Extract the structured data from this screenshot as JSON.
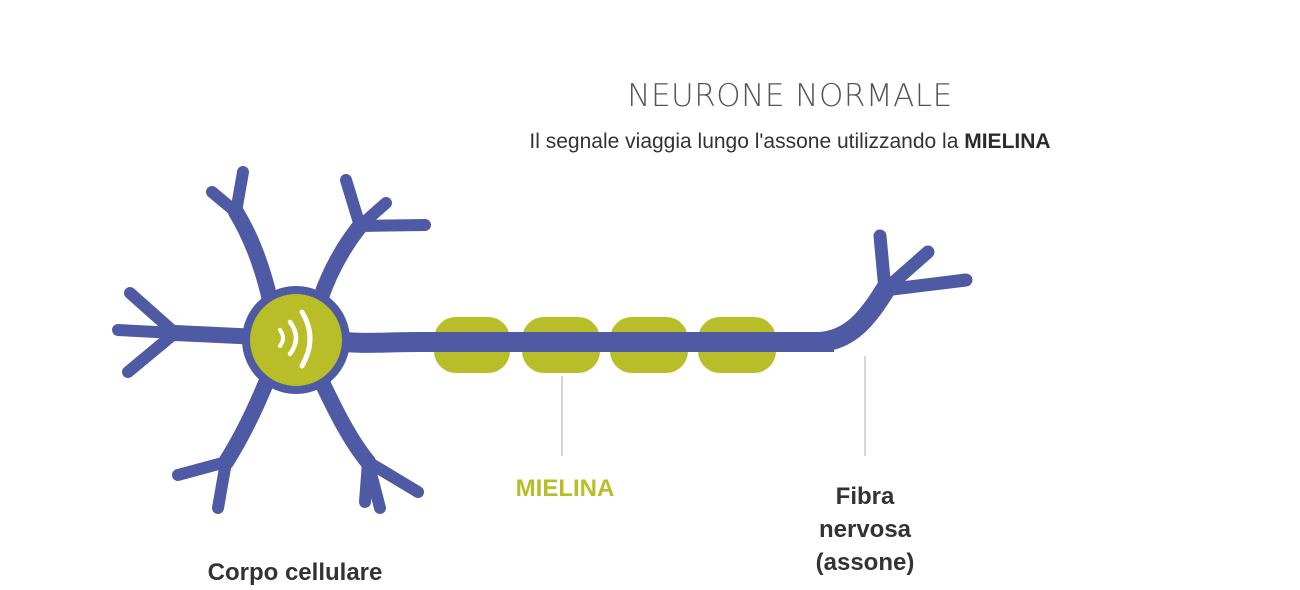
{
  "header": {
    "title": "NEURONE NORMALE",
    "subtitle_prefix": "Il segnale viaggia lungo l'assone utilizzando la",
    "subtitle_emphasis": "MIELINA"
  },
  "labels": {
    "cell_body": "Corpo cellulare",
    "myelin": "MIELINA",
    "fiber_line1": "Fibra",
    "fiber_line2": "nervosa",
    "fiber_line3": "(assone)"
  },
  "colors": {
    "neuron": "#4f5aa5",
    "myelin": "#b9bd27",
    "text": "#333333",
    "title": "#555555",
    "pointer": "#c8c8c8"
  },
  "icons": {
    "signal": "signal-waves-icon"
  }
}
